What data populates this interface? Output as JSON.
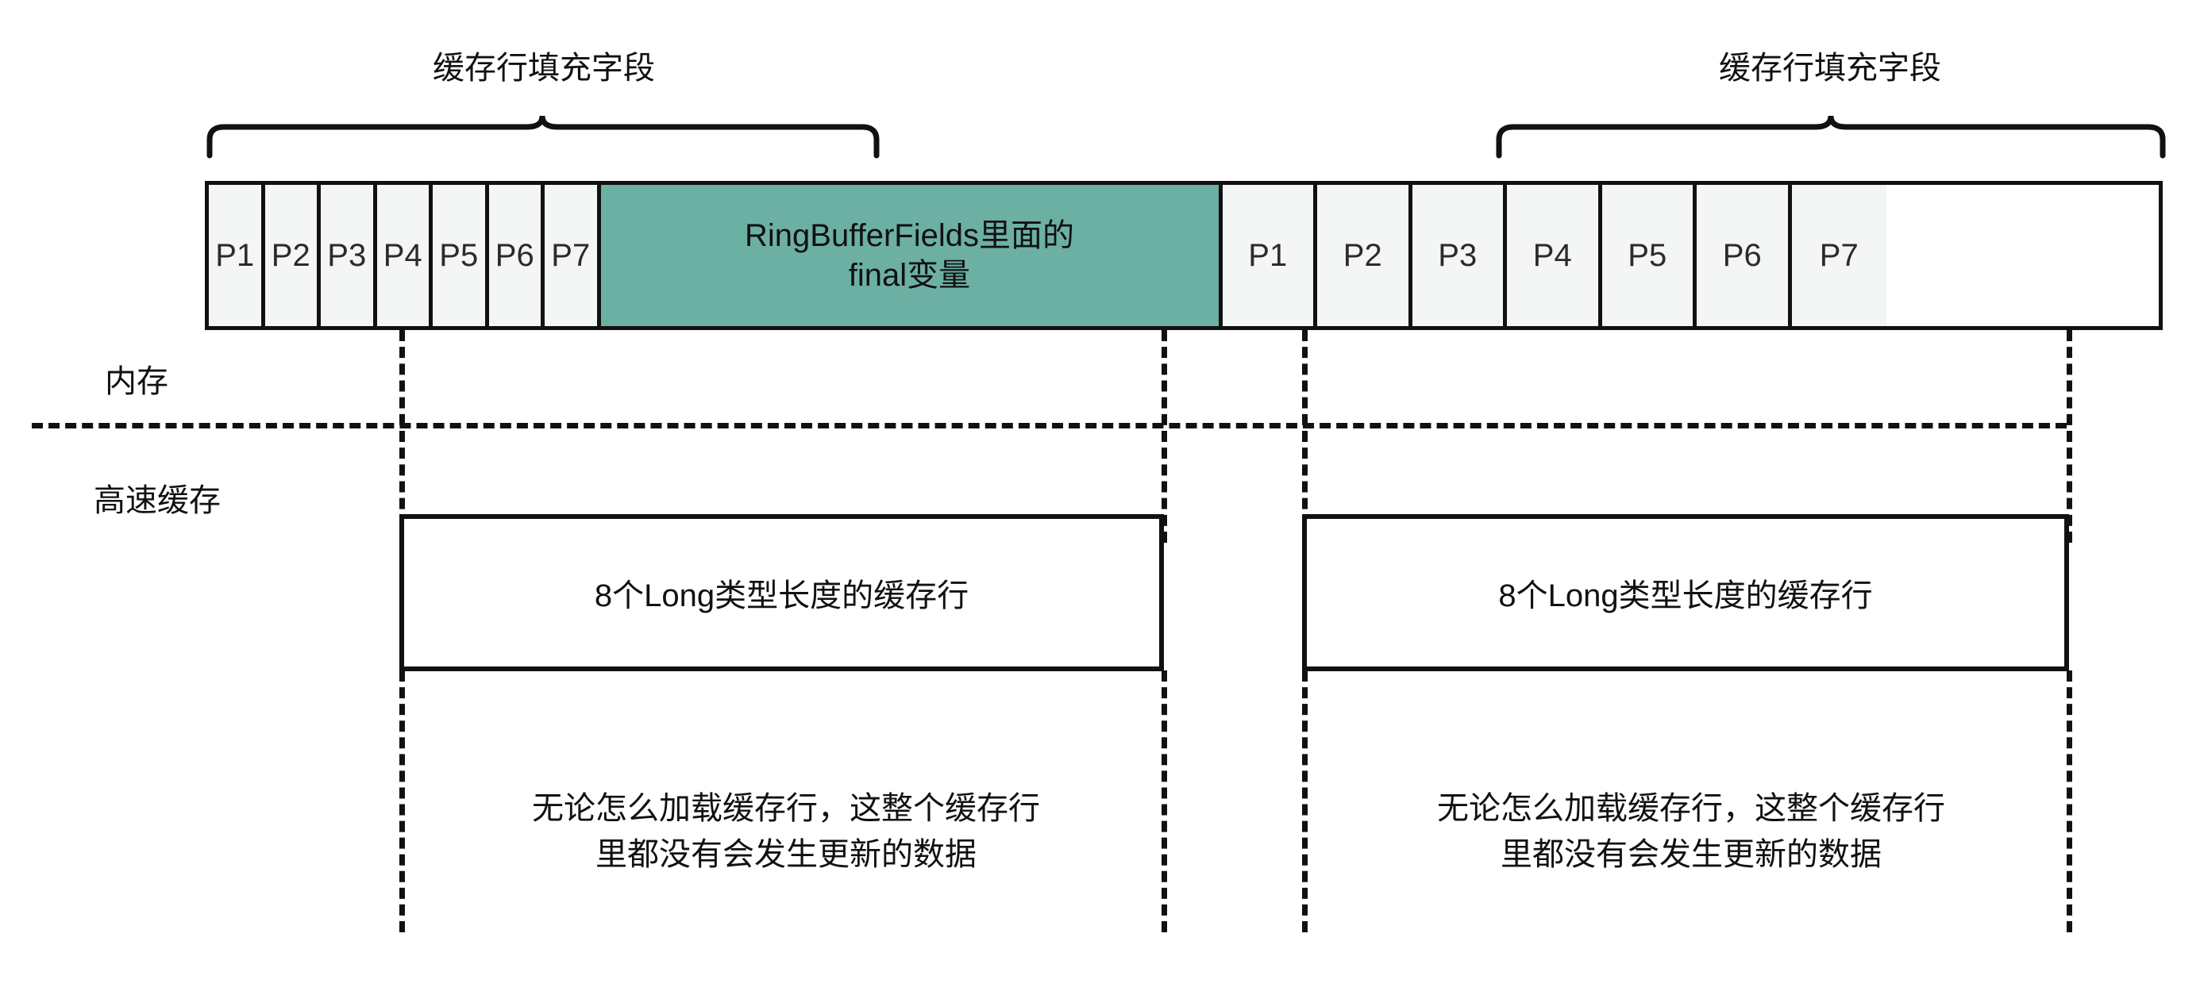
{
  "diagram": {
    "title_left_brace": "缓存行填充字段",
    "title_right_brace": "缓存行填充字段",
    "memory_label": "内存",
    "cache_label": "高速缓存",
    "memory_bar": {
      "left_padding_cells": [
        "P1",
        "P2",
        "P3",
        "P4",
        "P5",
        "P6",
        "P7"
      ],
      "center_cell": "RingBufferFields里面的\nfinal变量",
      "right_padding_cells": [
        "P1",
        "P2",
        "P3",
        "P4",
        "P5",
        "P6",
        "P7"
      ]
    },
    "cache_lines": [
      {
        "label": "8个Long类型长度的缓存行"
      },
      {
        "label": "8个Long类型长度的缓存行"
      }
    ],
    "notes": [
      "无论怎么加载缓存行，这整个缓存行\n里都没有会发生更新的数据",
      "无论怎么加载缓存行，这整个缓存行\n里都没有会发生更新的数据"
    ],
    "colors": {
      "final_field_fill": "#6cb0a4",
      "padding_fill": "#f4f5f5",
      "stroke": "#111111",
      "background": "#ffffff"
    }
  }
}
